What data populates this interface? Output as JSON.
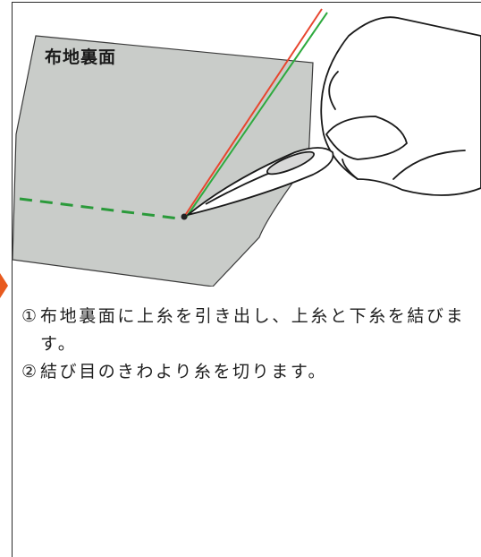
{
  "illustration": {
    "fabric_label": "布地裏面"
  },
  "instructions": [
    {
      "number": "①",
      "text": "布地裏面に上糸を引き出し、上糸と下糸を結びます。"
    },
    {
      "number": "②",
      "text": "結び目のきわより糸を切ります。"
    }
  ],
  "colors": {
    "fabric": "#c9ccc9",
    "thread_upper": "#e8452e",
    "thread_lower": "#2eaa3e",
    "stitch_dashes": "#2a9a3a",
    "side_marker": "#e85a1e"
  }
}
